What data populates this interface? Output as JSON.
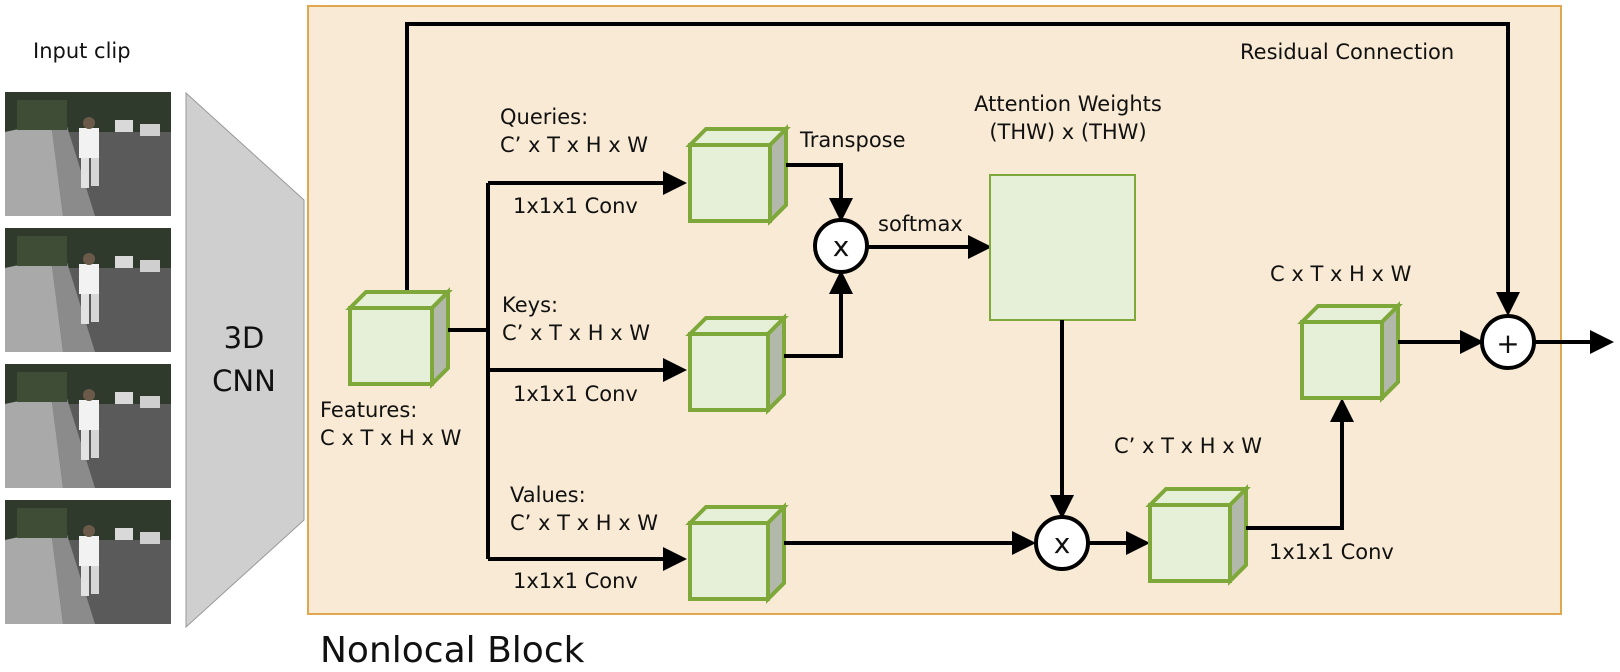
{
  "input_clip_label": "Input clip",
  "cnn_label_line1": "3D",
  "cnn_label_line2": "CNN",
  "block_title": "Nonlocal Block",
  "residual_label": "Residual Connection",
  "features": {
    "title": "Features:",
    "shape": "C x T x H x W"
  },
  "queries": {
    "title": "Queries:",
    "shape": "C’ x T x H x W",
    "conv": "1x1x1 Conv"
  },
  "keys": {
    "title": "Keys:",
    "shape": "C’ x T x H x W",
    "conv": "1x1x1 Conv"
  },
  "values": {
    "title": "Values:",
    "shape": "C’ x T x H x W",
    "conv": "1x1x1 Conv"
  },
  "transpose_label": "Transpose",
  "softmax_label": "softmax",
  "attention": {
    "title": "Attention Weights",
    "shape": "(THW) x (THW)"
  },
  "weighted_shape": "C’ x T x H x W",
  "output_shape": "C x T x H x W",
  "output_conv": "1x1x1 Conv",
  "mult_symbol": "x",
  "add_symbol": "+",
  "colors": {
    "block_fill": "#f8ead4",
    "block_border": "#e0a84e",
    "box_fill": "#e6efd8",
    "box_border": "#7ea83a",
    "box_side": "#b3b9aa",
    "cnn_fill": "#cfcfcf"
  }
}
